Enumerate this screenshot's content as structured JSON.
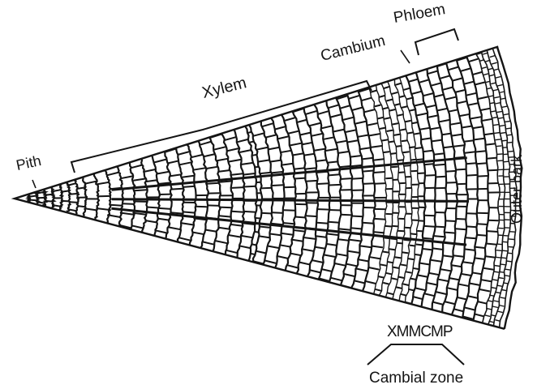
{
  "figure": {
    "labels": {
      "pith": "Pith",
      "xylem": "Xylem",
      "cambium": "Cambium",
      "phloem": "Phloem",
      "outer_bark": "Outer bark",
      "zone_code": "XMMCMP",
      "cambial_zone": "Cambial zone"
    },
    "colors": {
      "ink": "#141414",
      "background": "#ffffff"
    }
  }
}
